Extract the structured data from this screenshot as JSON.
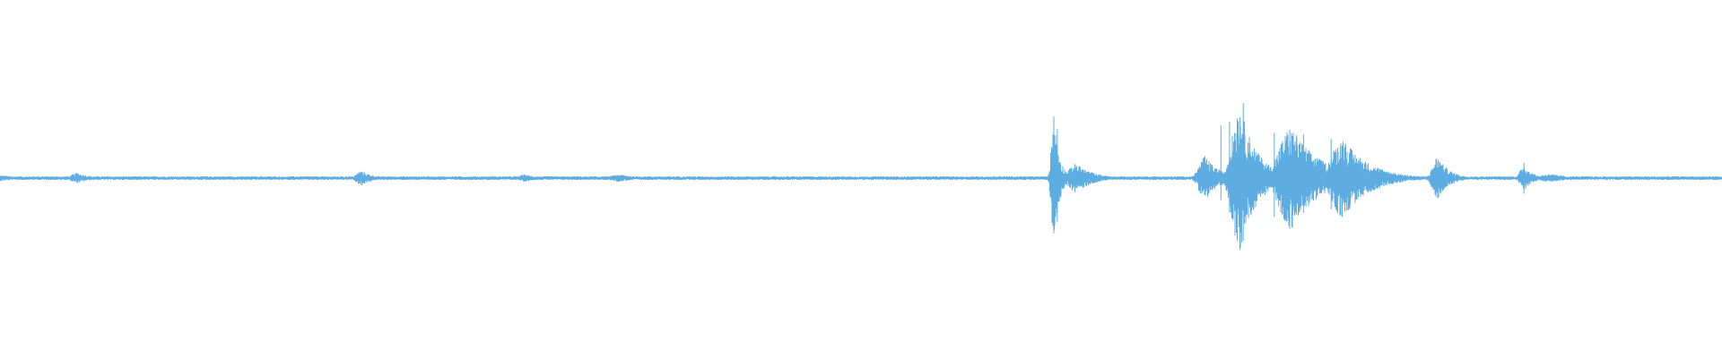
{
  "waveform": {
    "color": "#5dade2",
    "background": "#ffffff",
    "baseline_amplitude": 0.025,
    "bursts": [
      {
        "time": 0.0,
        "amplitude": 0.04,
        "width": 0.02
      },
      {
        "time": 0.045,
        "amplitude": 0.07,
        "width": 0.01
      },
      {
        "time": 0.21,
        "amplitude": 0.1,
        "width": 0.008
      },
      {
        "time": 0.305,
        "amplitude": 0.05,
        "width": 0.01
      },
      {
        "time": 0.36,
        "amplitude": 0.05,
        "width": 0.015
      },
      {
        "time": 0.612,
        "amplitude": 0.85,
        "width": 0.004
      },
      {
        "time": 0.625,
        "amplitude": 0.2,
        "width": 0.012
      },
      {
        "time": 0.7,
        "amplitude": 0.3,
        "width": 0.01
      },
      {
        "time": 0.72,
        "amplitude": 1.0,
        "width": 0.012
      },
      {
        "time": 0.75,
        "amplitude": 0.7,
        "width": 0.02
      },
      {
        "time": 0.78,
        "amplitude": 0.55,
        "width": 0.018
      },
      {
        "time": 0.8,
        "amplitude": 0.15,
        "width": 0.012
      },
      {
        "time": 0.835,
        "amplitude": 0.3,
        "width": 0.008
      },
      {
        "time": 0.885,
        "amplitude": 0.18,
        "width": 0.006
      },
      {
        "time": 0.9,
        "amplitude": 0.06,
        "width": 0.015
      }
    ],
    "spikes": [
      {
        "time": 0.612,
        "up": 0.82,
        "down": 0.88
      },
      {
        "time": 0.614,
        "up": 0.65,
        "down": 0.7
      },
      {
        "time": 0.709,
        "up": 0.7,
        "down": 0.35
      },
      {
        "time": 0.714,
        "up": 0.75,
        "down": 0.55
      },
      {
        "time": 0.722,
        "up": 1.0,
        "down": 1.0
      },
      {
        "time": 0.74,
        "up": 0.6,
        "down": 0.62
      },
      {
        "time": 0.757,
        "up": 0.58,
        "down": 0.55
      },
      {
        "time": 0.773,
        "up": 0.52,
        "down": 0.5
      },
      {
        "time": 0.885,
        "up": 0.2,
        "down": 0.25
      }
    ]
  }
}
